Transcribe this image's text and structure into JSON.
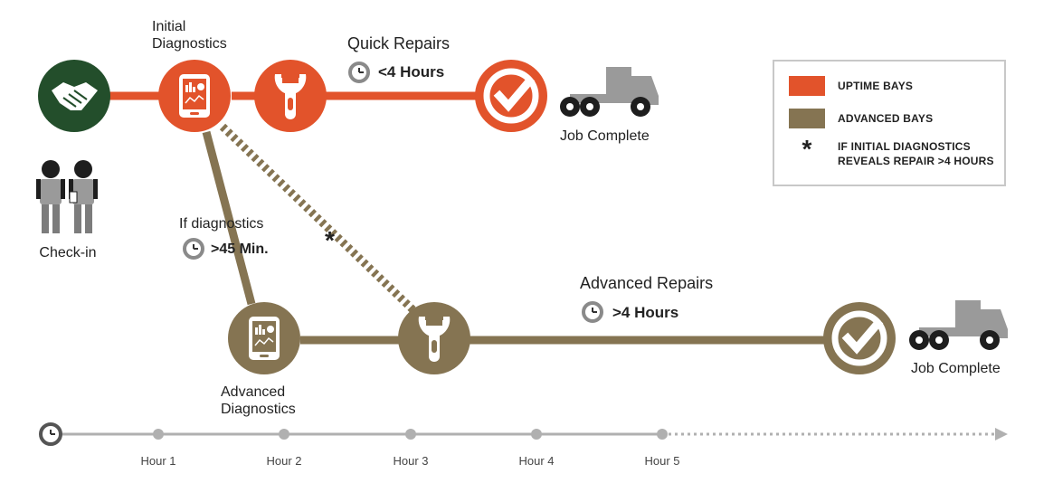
{
  "colors": {
    "orange": "#E2532B",
    "olive": "#857452",
    "green": "#234E2B",
    "gray": "#9a9a9a",
    "dark": "#1e1e1e",
    "timeline": "#b0b0b0"
  },
  "steps": {
    "check_in": {
      "label": "Check-in",
      "icons": [
        "handshake-icon",
        "people-icon"
      ]
    },
    "initial_diagnostics": {
      "label_line1": "Initial",
      "label_line2": "Diagnostics",
      "icon": "tablet-chart-icon"
    },
    "quick_repairs": {
      "label": "Quick Repairs",
      "time": "<4 Hours",
      "icon": "wrench-icon"
    },
    "quick_complete": {
      "label": "Job Complete",
      "icons": [
        "checkmark-icon",
        "truck-icon"
      ]
    },
    "diagnostics_branch": {
      "label": "If diagnostics",
      "time": ">45 Min."
    },
    "advanced_diagnostics": {
      "label_line1": "Advanced",
      "label_line2": "Diagnostics",
      "icon": "tablet-chart-icon"
    },
    "advanced_repairs": {
      "label": "Advanced Repairs",
      "time": ">4 Hours",
      "icon": "wrench-icon"
    },
    "advanced_complete": {
      "label": "Job Complete",
      "icons": [
        "checkmark-icon",
        "truck-icon"
      ]
    },
    "asterisk_path": {
      "mark": "*"
    }
  },
  "legend": {
    "uptime": "UPTIME BAYS",
    "advanced": "ADVANCED BAYS",
    "note_mark": "*",
    "note_line1": "IF INITIAL DIAGNOSTICS",
    "note_line2": "REVEALS REPAIR >4 HOURS"
  },
  "timeline": {
    "ticks": [
      "Hour 1",
      "Hour 2",
      "Hour 3",
      "Hour 4",
      "Hour 5"
    ],
    "icon": "clock-icon"
  }
}
